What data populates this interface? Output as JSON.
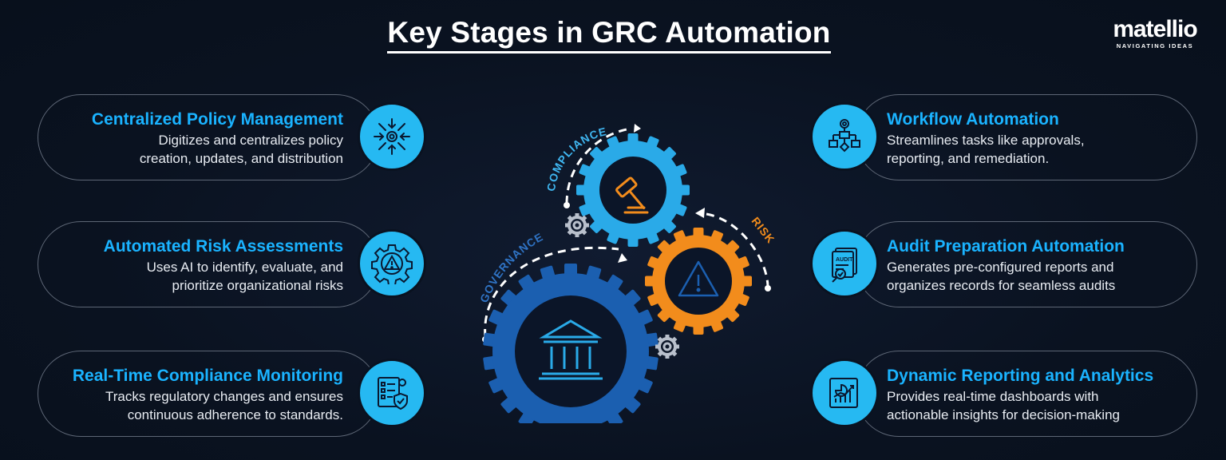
{
  "title": "Key Stages in GRC Automation",
  "logo": {
    "word": "matellio",
    "tagline": "NAVIGATING IDEAS"
  },
  "left_stages": [
    {
      "title": "Centralized Policy Management",
      "line1": "Digitizes and centralizes policy",
      "line2": "creation, updates, and distribution",
      "icon": "policy-network-icon"
    },
    {
      "title": "Automated Risk Assessments",
      "line1": "Uses AI to identify, evaluate, and",
      "line2": "prioritize organizational risks",
      "icon": "gear-warning-icon"
    },
    {
      "title": "Real-Time Compliance Monitoring",
      "line1": "Tracks regulatory changes and ensures",
      "line2": "continuous adherence to standards.",
      "icon": "checklist-shield-icon"
    }
  ],
  "right_stages": [
    {
      "title": "Workflow Automation",
      "line1": "Streamlines tasks like approvals,",
      "line2": "reporting, and remediation.",
      "icon": "workflow-icon"
    },
    {
      "title": "Audit Preparation Automation",
      "line1": "Generates pre-configured reports and",
      "line2": "organizes records for seamless audits",
      "icon": "audit-report-icon"
    },
    {
      "title": "Dynamic Reporting and Analytics",
      "line1": "Provides real-time dashboards with",
      "line2": "actionable insights for decision-making",
      "icon": "analytics-chart-icon"
    }
  ],
  "gear_labels": {
    "compliance": "COMPLIANCE",
    "risk": "RISK",
    "governance": "GOVERNANCE"
  },
  "colors": {
    "accent": "#1ab3ff",
    "compliance_gear": "#2aaae8",
    "risk_gear": "#f28c1c",
    "governance_gear": "#1b5fb0",
    "background": "#0a1220"
  }
}
